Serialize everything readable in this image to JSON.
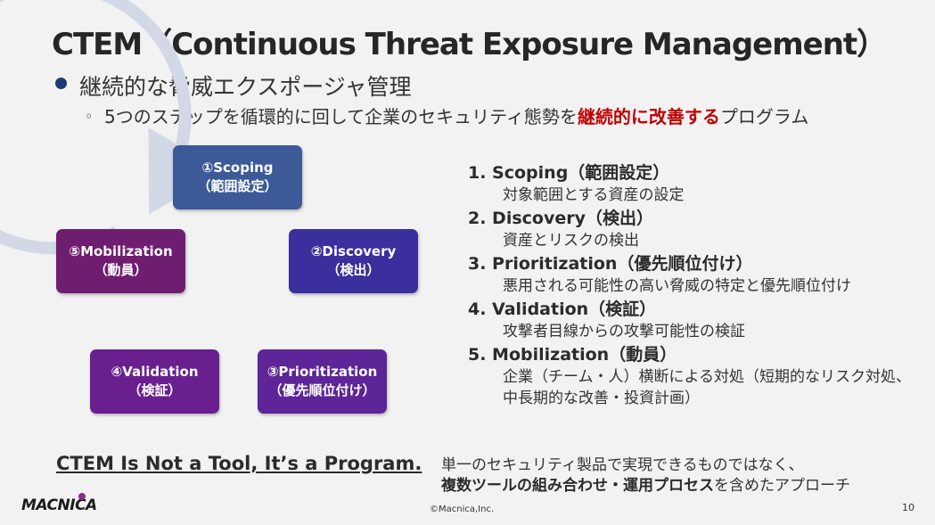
{
  "title": "CTEM（Continuous Threat Exposure Management）",
  "bullet": "継続的な脅威エクスポージャ管理",
  "sub_bullet": {
    "mark": "◦",
    "before": "5つのステップを循環的に回して企業のセキュリティ態勢を",
    "highlight": "継続的に改善する",
    "after": "プログラム",
    "highlight_color": "#c00000"
  },
  "cycle": [
    {
      "label": "①Scoping",
      "sub": "（範囲設定）",
      "color": "#3c5a98"
    },
    {
      "label": "②Discovery",
      "sub": "（検出）",
      "color": "#3b2f9e"
    },
    {
      "label": "③Prioritization",
      "sub": "（優先順位付け）",
      "color": "#5d2597"
    },
    {
      "label": "④Validation",
      "sub": "（検証）",
      "color": "#6a1f8e"
    },
    {
      "label": "⑤Mobilization",
      "sub": "（動員）",
      "color": "#6f1d70"
    }
  ],
  "steps": [
    {
      "head": "1.  Scoping（範囲設定）",
      "desc": "対象範囲とする資産の設定"
    },
    {
      "head": "2.  Discovery（検出）",
      "desc": "資産とリスクの検出"
    },
    {
      "head": "3.  Prioritization（優先順位付け）",
      "desc": "悪用される可能性の高い脅威の特定と優先順位付け"
    },
    {
      "head": "4.  Validation（検証）",
      "desc": "攻撃者目線からの攻撃可能性の検証"
    },
    {
      "head": "5.  Mobilization（動員）",
      "desc": "企業（チーム・人）横断による対処（短期的なリスク対処、中長期的な改善・投資計画）"
    }
  ],
  "slogan": "CTEM Is Not a Tool, It’s a Program.",
  "note": {
    "line1": "単一のセキュリティ製品で実現できるものではなく、",
    "line2_bold": "複数ツールの組み合わせ・運用プロセス",
    "line2_rest": "を含めたアプローチ"
  },
  "footer": {
    "logo": "MACNICA",
    "copyright": "©Macnica,Inc.",
    "page": "10"
  }
}
